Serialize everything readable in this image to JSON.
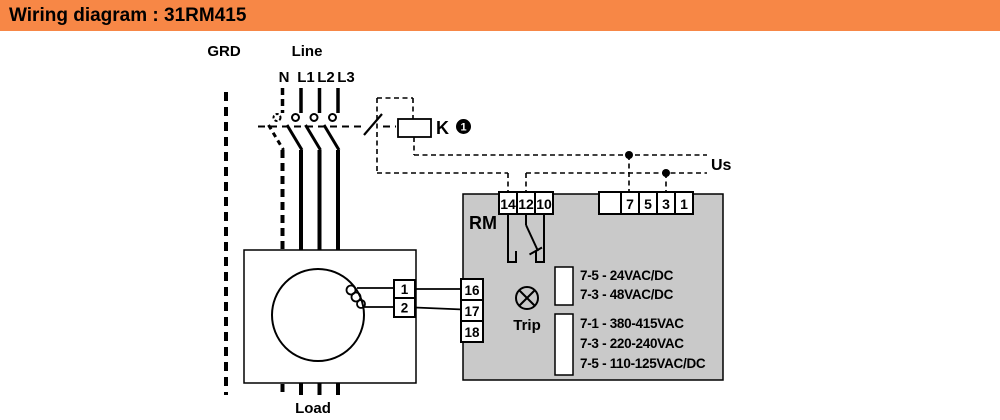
{
  "header": {
    "title": "Wiring diagram : 31RM415"
  },
  "colors": {
    "header_bg": "#F78746",
    "module_bg": "#C9C9C9",
    "line_color": "#000000"
  },
  "labels": {
    "grd": "GRD",
    "line": "Line",
    "n": "N",
    "l1": "L1",
    "l2": "L2",
    "l3": "L3",
    "k": "K",
    "k_badge": "1",
    "us": "Us",
    "rm": "RM",
    "trip": "Trip",
    "load": "Load"
  },
  "terminals": {
    "relay_output": [
      "14",
      "12",
      "10"
    ],
    "supply": [
      "7",
      "5",
      "3",
      "1"
    ],
    "ct_secondary": [
      "1",
      "2"
    ],
    "measuring_input": [
      "16",
      "17",
      "18"
    ]
  },
  "supply_voltage_options": [
    "7-5 - 24VAC/DC",
    "7-3 - 48VAC/DC",
    "7-1 - 380-415VAC",
    "7-3 - 220-240VAC",
    "7-5 - 110-125VAC/DC"
  ]
}
